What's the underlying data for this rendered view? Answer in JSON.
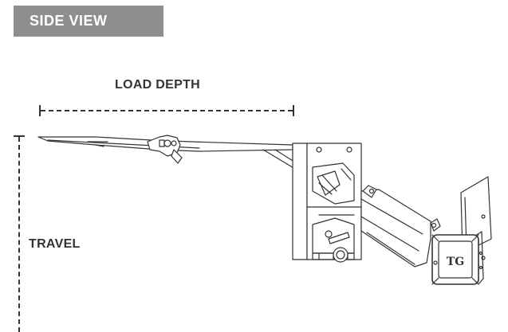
{
  "header": {
    "badge_text": "SIDE VIEW"
  },
  "dimensions": {
    "load_depth_label": "LOAD DEPTH",
    "travel_label": "TRAVEL"
  },
  "device": {
    "brand_mark": "TG"
  },
  "colors": {
    "badge_bg": "#8e8e8e",
    "badge_text": "#ffffff",
    "label_text": "#333333",
    "drawing_stroke": "#333333"
  }
}
